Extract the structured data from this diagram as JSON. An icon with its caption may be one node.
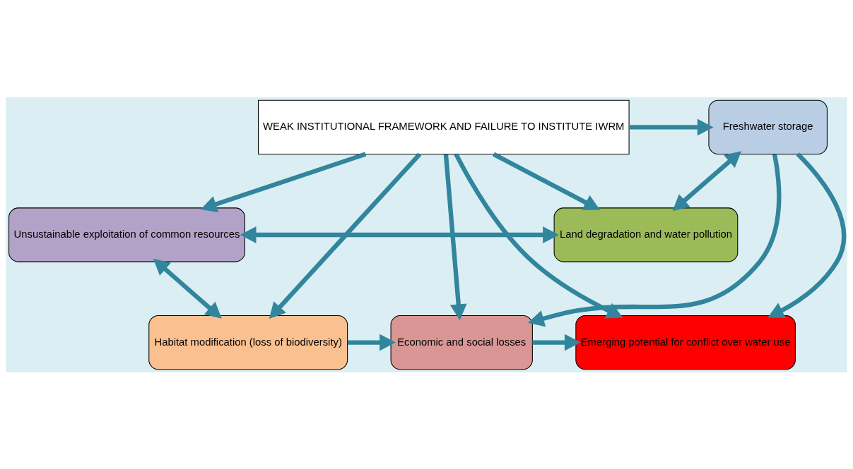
{
  "diagram": {
    "nodes": [
      {
        "text": [
          "Land degradation and water pollution"
        ]
      },
      {
        "text": [
          "Unsustainable exploitation of common resources"
        ]
      },
      {
        "text": [
          "Freshwater storage"
        ]
      },
      {
        "text": [
          "WEAK INSTITUTIONAL FRAMEWORK AND FAILURE TO INSTITUTE IWRM"
        ]
      },
      {
        "text": [
          "Emerging potential for conflict over water use"
        ]
      },
      {
        "text": [
          "Economic and social losses"
        ]
      },
      {
        "text": [
          "Habitat modification (loss of biodiversity)"
        ]
      }
    ],
    "edges": [
      {
        "from": 2,
        "to": 0,
        "arrow": "both"
      },
      {
        "from": 0,
        "to": 1,
        "arrow": "both"
      },
      {
        "from": 3,
        "to": 0,
        "arrow": "to"
      },
      {
        "from": 3,
        "to": 2,
        "arrow": "to"
      },
      {
        "from": 3,
        "to": 1,
        "arrow": "to"
      },
      {
        "from": 3,
        "to": 6,
        "arrow": "to"
      },
      {
        "from": 1,
        "to": 6,
        "arrow": "both"
      },
      {
        "from": 2,
        "to": 4,
        "arrow": "to"
      },
      {
        "from": 2,
        "to": 5,
        "arrow": "to"
      },
      {
        "from": 3,
        "to": 4,
        "arrow": "to"
      },
      {
        "from": 3,
        "to": 5,
        "arrow": "to"
      },
      {
        "from": 6,
        "to": 5,
        "arrow": "to"
      },
      {
        "from": 5,
        "to": 4,
        "arrow": "to"
      }
    ]
  }
}
